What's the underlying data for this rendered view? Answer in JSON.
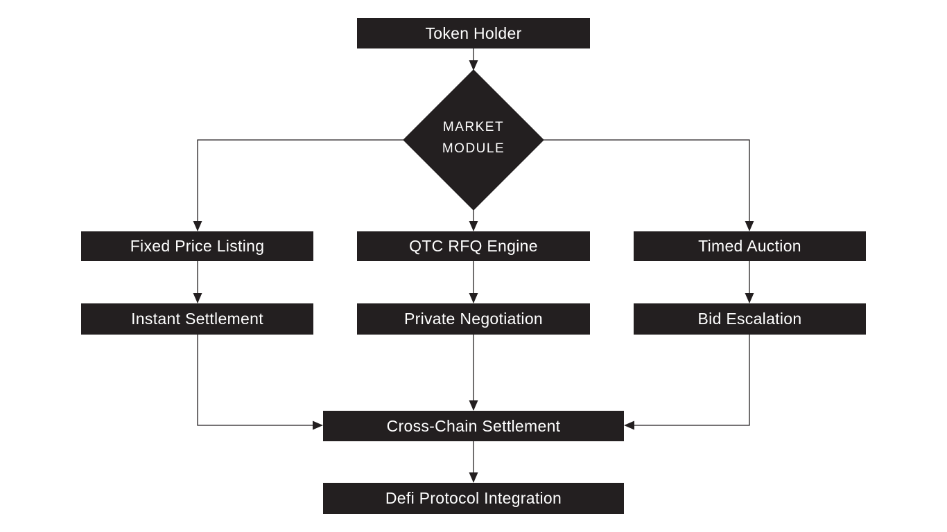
{
  "diagram": {
    "type": "flowchart",
    "colors": {
      "node_fill": "#231f20",
      "node_text": "#ffffff",
      "connector": "#231f20",
      "background": "#ffffff"
    },
    "nodes": {
      "token_holder": {
        "label": "Token Holder",
        "shape": "rect"
      },
      "market_module": {
        "line1": "MARKET",
        "line2": "MODULE",
        "shape": "diamond"
      },
      "fixed_price_listing": {
        "label": "Fixed Price Listing",
        "shape": "rect"
      },
      "qtc_rfq_engine": {
        "label": "QTC RFQ Engine",
        "shape": "rect"
      },
      "timed_auction": {
        "label": "Timed Auction",
        "shape": "rect"
      },
      "instant_settlement": {
        "label": "Instant Settlement",
        "shape": "rect"
      },
      "private_negotiation": {
        "label": "Private Negotiation",
        "shape": "rect"
      },
      "bid_escalation": {
        "label": "Bid Escalation",
        "shape": "rect"
      },
      "cross_chain_settlement": {
        "label": "Cross-Chain Settlement",
        "shape": "rect"
      },
      "defi_protocol_integration": {
        "label": "Defi Protocol Integration",
        "shape": "rect"
      }
    },
    "edges": [
      {
        "from": "token_holder",
        "to": "market_module"
      },
      {
        "from": "market_module",
        "to": "fixed_price_listing"
      },
      {
        "from": "market_module",
        "to": "qtc_rfq_engine"
      },
      {
        "from": "market_module",
        "to": "timed_auction"
      },
      {
        "from": "fixed_price_listing",
        "to": "instant_settlement"
      },
      {
        "from": "qtc_rfq_engine",
        "to": "private_negotiation"
      },
      {
        "from": "timed_auction",
        "to": "bid_escalation"
      },
      {
        "from": "instant_settlement",
        "to": "cross_chain_settlement"
      },
      {
        "from": "private_negotiation",
        "to": "cross_chain_settlement"
      },
      {
        "from": "bid_escalation",
        "to": "cross_chain_settlement"
      },
      {
        "from": "cross_chain_settlement",
        "to": "defi_protocol_integration"
      }
    ]
  }
}
